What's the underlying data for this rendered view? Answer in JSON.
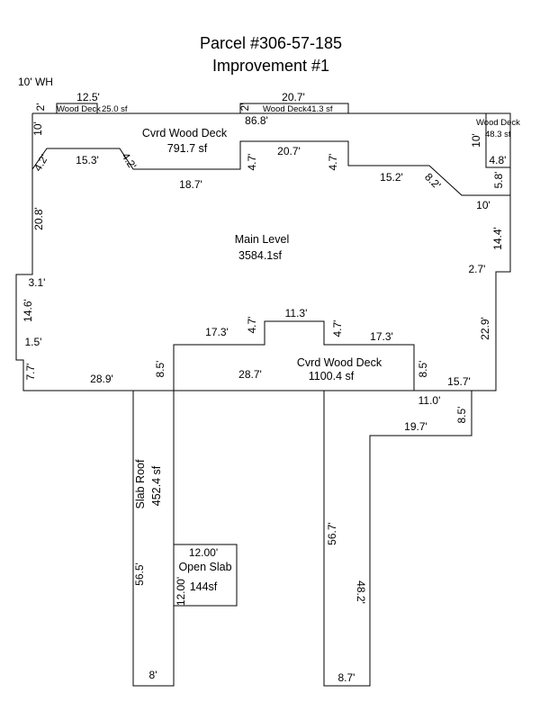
{
  "header": {
    "title": "Parcel #306-57-185",
    "subtitle": "Improvement #1",
    "corner_note": "10' WH"
  },
  "areas": {
    "wood_deck_left": {
      "name": "Wood Deck",
      "size": "25.0 sf"
    },
    "wood_deck_mid": {
      "name": "Wood Deck",
      "size": "41.3 sf"
    },
    "wood_deck_right": {
      "name": "Wood Deck",
      "size": "48.3 sf"
    },
    "cvrd_deck_top": {
      "name": "Cvrd Wood Deck",
      "size": "791.7 sf"
    },
    "main_level": {
      "name": "Main Level",
      "size": "3584.1sf"
    },
    "cvrd_deck_bottom": {
      "name": "Cvrd Wood Deck",
      "size": "1100.4 sf"
    },
    "slab_roof": {
      "name": "Slab Roof",
      "size": "452.4 sf"
    },
    "open_slab": {
      "name": "Open Slab",
      "size": "144sf"
    }
  },
  "dimensions": {
    "d_12_5": "12.5'",
    "d_2_left": "2'",
    "d_20_7_top": "20.7'",
    "d_2_mid": "2'",
    "d_86_8": "86.8'",
    "d_10_left": "10'",
    "d_10_right": "10'",
    "d_4_8": "4.8'",
    "d_5_8": "5.8'",
    "d_4_2_a": "4.2'",
    "d_15_3": "15.3'",
    "d_4_2_b": "4.2'",
    "d_18_7": "18.7'",
    "d_4_7_a": "4.7'",
    "d_20_7_mid": "20.7'",
    "d_4_7_b": "4.7'",
    "d_15_2": "15.2'",
    "d_8_2": "8.2'",
    "d_10_mid": "10'",
    "d_20_8": "20.8'",
    "d_14_4": "14.4'",
    "d_2_7": "2.7'",
    "d_3_1": "3.1'",
    "d_14_6": "14.6'",
    "d_1_5": "1.5'",
    "d_7_7": "7.7'",
    "d_28_9": "28.9'",
    "d_8_5_a": "8.5'",
    "d_17_3_a": "17.3'",
    "d_4_7_c": "4.7'",
    "d_11_3": "11.3'",
    "d_4_7_d": "4.7'",
    "d_17_3_b": "17.3'",
    "d_22_9": "22.9'",
    "d_28_7": "28.7'",
    "d_8_5_b": "8.5'",
    "d_15_7": "15.7'",
    "d_11_0": "11.0'",
    "d_19_7": "19.7'",
    "d_8_5_c": "8.5'",
    "d_56_5": "56.5'",
    "d_8_bottom": "8'",
    "d_12_00_top": "12.00'",
    "d_12_00_side": "12.00'",
    "d_56_7": "56.7'",
    "d_48_2": "48.2'",
    "d_8_7": "8.7'"
  }
}
